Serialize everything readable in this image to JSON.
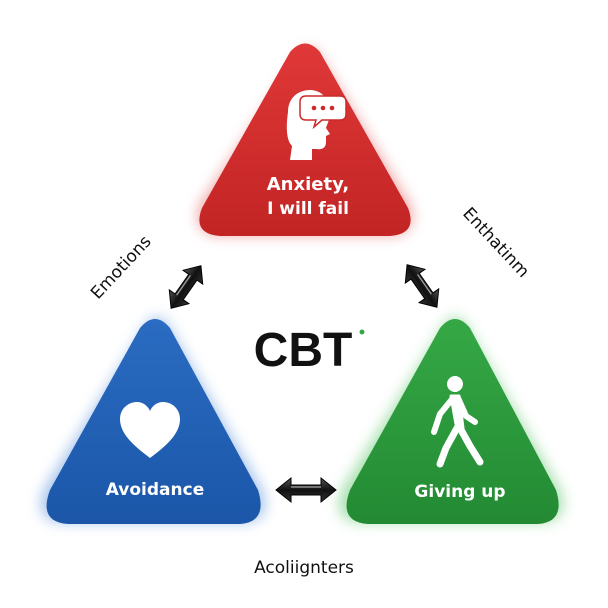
{
  "center": {
    "title": "CBT"
  },
  "triangles": {
    "top": {
      "line1": "Anxiety,",
      "line2": "I will fail",
      "color": "#cc2a2a",
      "icon": "head-speech-bubble-icon"
    },
    "left": {
      "label": "Avoidance",
      "color": "#1f5fb3",
      "icon": "heart-icon"
    },
    "right": {
      "label": "Giving up",
      "color": "#27953a",
      "icon": "walking-person-icon"
    }
  },
  "connectors": {
    "left": {
      "label": "Emotions"
    },
    "right": {
      "label": "Enthatinm"
    },
    "bottom": {
      "label": "Acoliignters"
    }
  },
  "colors": {
    "center_dot": "#3aa64a",
    "arrow": "#1a1a1a"
  }
}
